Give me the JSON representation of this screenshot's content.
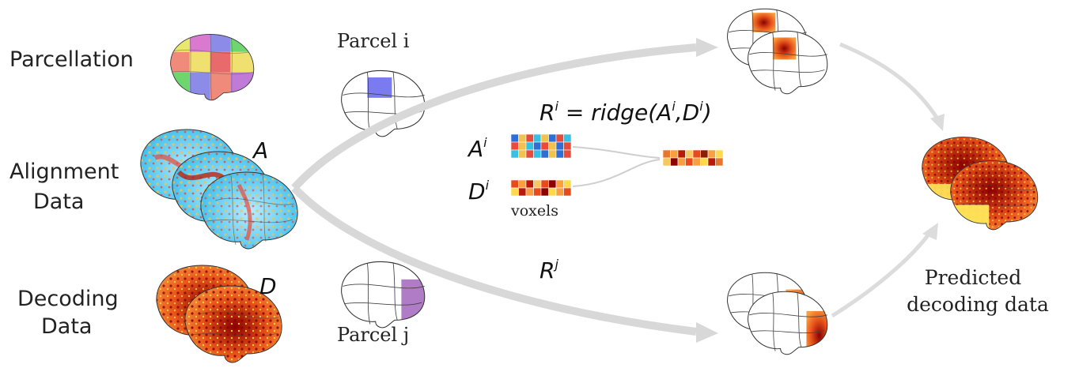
{
  "labels": {
    "parcellation": "Parcellation",
    "alignment_line1": "Alignment",
    "alignment_line2": "Data",
    "decoding_line1": "Decoding",
    "decoding_line2": "Data",
    "var_a": "A",
    "var_d": "D",
    "parcel_i": "Parcel i",
    "parcel_j": "Parcel j",
    "eq_r": "R",
    "eq_sup_i": "i",
    "eq_mid": " = ridge(A",
    "eq_sup_i2": "i",
    "eq_comma": ",D",
    "eq_sup_i3": "i",
    "eq_close": ")",
    "matrix_a": "A",
    "matrix_a_sup": "i",
    "matrix_d": "D",
    "matrix_d_sup": "i",
    "voxels": "voxels",
    "rj_base": "R",
    "rj_sup": "j",
    "predicted_line1": "Predicted",
    "predicted_line2": "decoding data"
  },
  "colors": {
    "arrow": "#dcdcdc",
    "arrow_stroke": "#c8c8c8",
    "parcel_i": "#7b7bf0",
    "parcel_j": "#b07cc6",
    "heat_dark": "#8b0000",
    "heat_mid": "#e8561c",
    "heat_light": "#ffd94a",
    "blue_bg": "#4ec6f0"
  },
  "matrix_a_colors": [
    "#2e6fd6",
    "#f2c14e",
    "#e84a3c",
    "#35c0e6",
    "#f2c14e",
    "#2e6fd6",
    "#e84a3c",
    "#35c0e6",
    "#e84a3c",
    "#f2c14e",
    "#35c0e6",
    "#2e6fd6",
    "#e84a3c",
    "#f2c14e",
    "#2e6fd6",
    "#e84a3c",
    "#35c0e6",
    "#f2c14e",
    "#e84a3c",
    "#35c0e6",
    "#2e6fd6",
    "#f2c14e",
    "#2e6fd6",
    "#e84a3c"
  ],
  "matrix_d_colors": [
    "#e84a1c",
    "#f8a040",
    "#b81a0a",
    "#f6c860",
    "#e84a1c",
    "#8b0000",
    "#f8a040",
    "#ffd94a",
    "#ffd94a",
    "#b81a0a",
    "#f8a040",
    "#e84a1c",
    "#8b0000",
    "#ffd94a",
    "#f8a040",
    "#e84a1c"
  ],
  "matrix_r_colors": [
    "#e8762c",
    "#f8a040",
    "#b81a0a",
    "#f6c860",
    "#e84a1c",
    "#8b2000",
    "#f8a040",
    "#ffd94a",
    "#f6c860",
    "#8b0000",
    "#f8a040",
    "#e84a1c",
    "#f8a040",
    "#ffd94a",
    "#b81a0a",
    "#e8762c"
  ]
}
